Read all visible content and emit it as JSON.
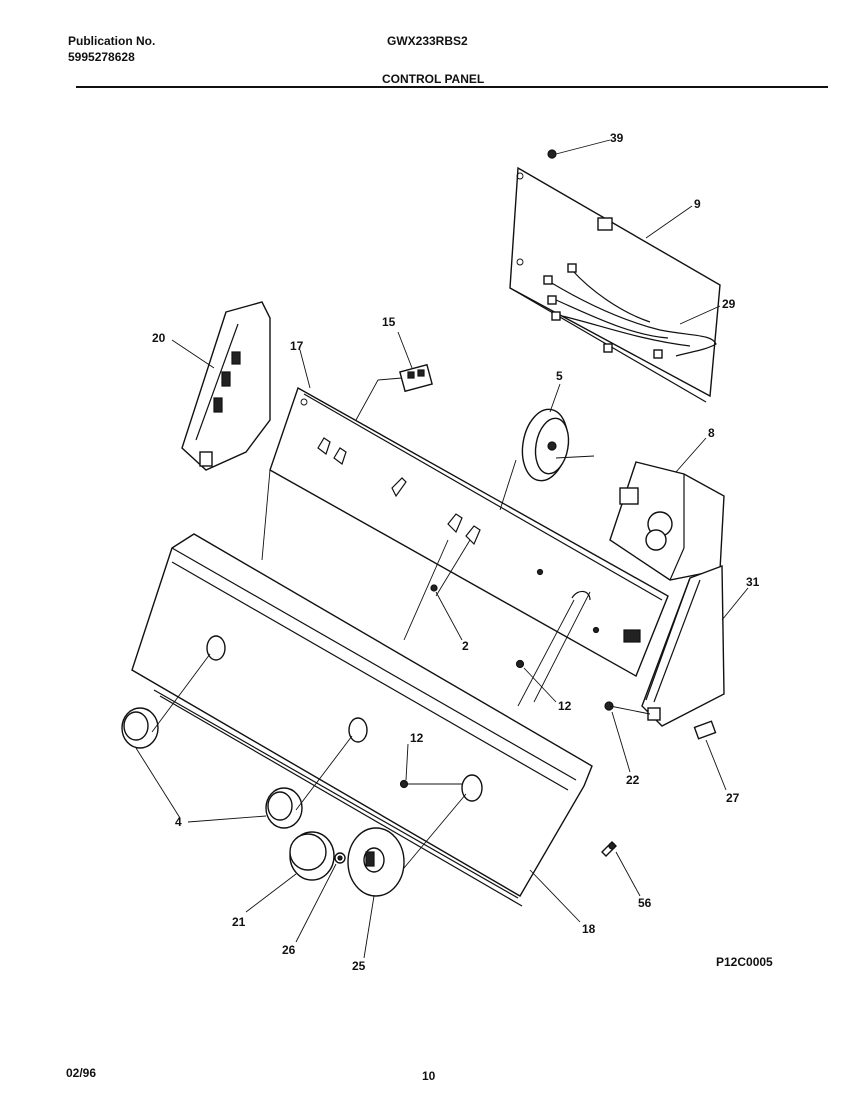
{
  "header": {
    "publication_label": "Publication No.",
    "publication_number": "5995278628",
    "model": "GWX233RBS2",
    "section_title": "CONTROL PANEL"
  },
  "figure": {
    "code": "P12C0005",
    "callouts": [
      "39",
      "9",
      "29",
      "20",
      "15",
      "17",
      "5",
      "8",
      "31",
      "2",
      "12",
      "12",
      "22",
      "27",
      "4",
      "21",
      "26",
      "25",
      "18",
      "56"
    ]
  },
  "footer": {
    "date": "02/96",
    "page": "10"
  }
}
